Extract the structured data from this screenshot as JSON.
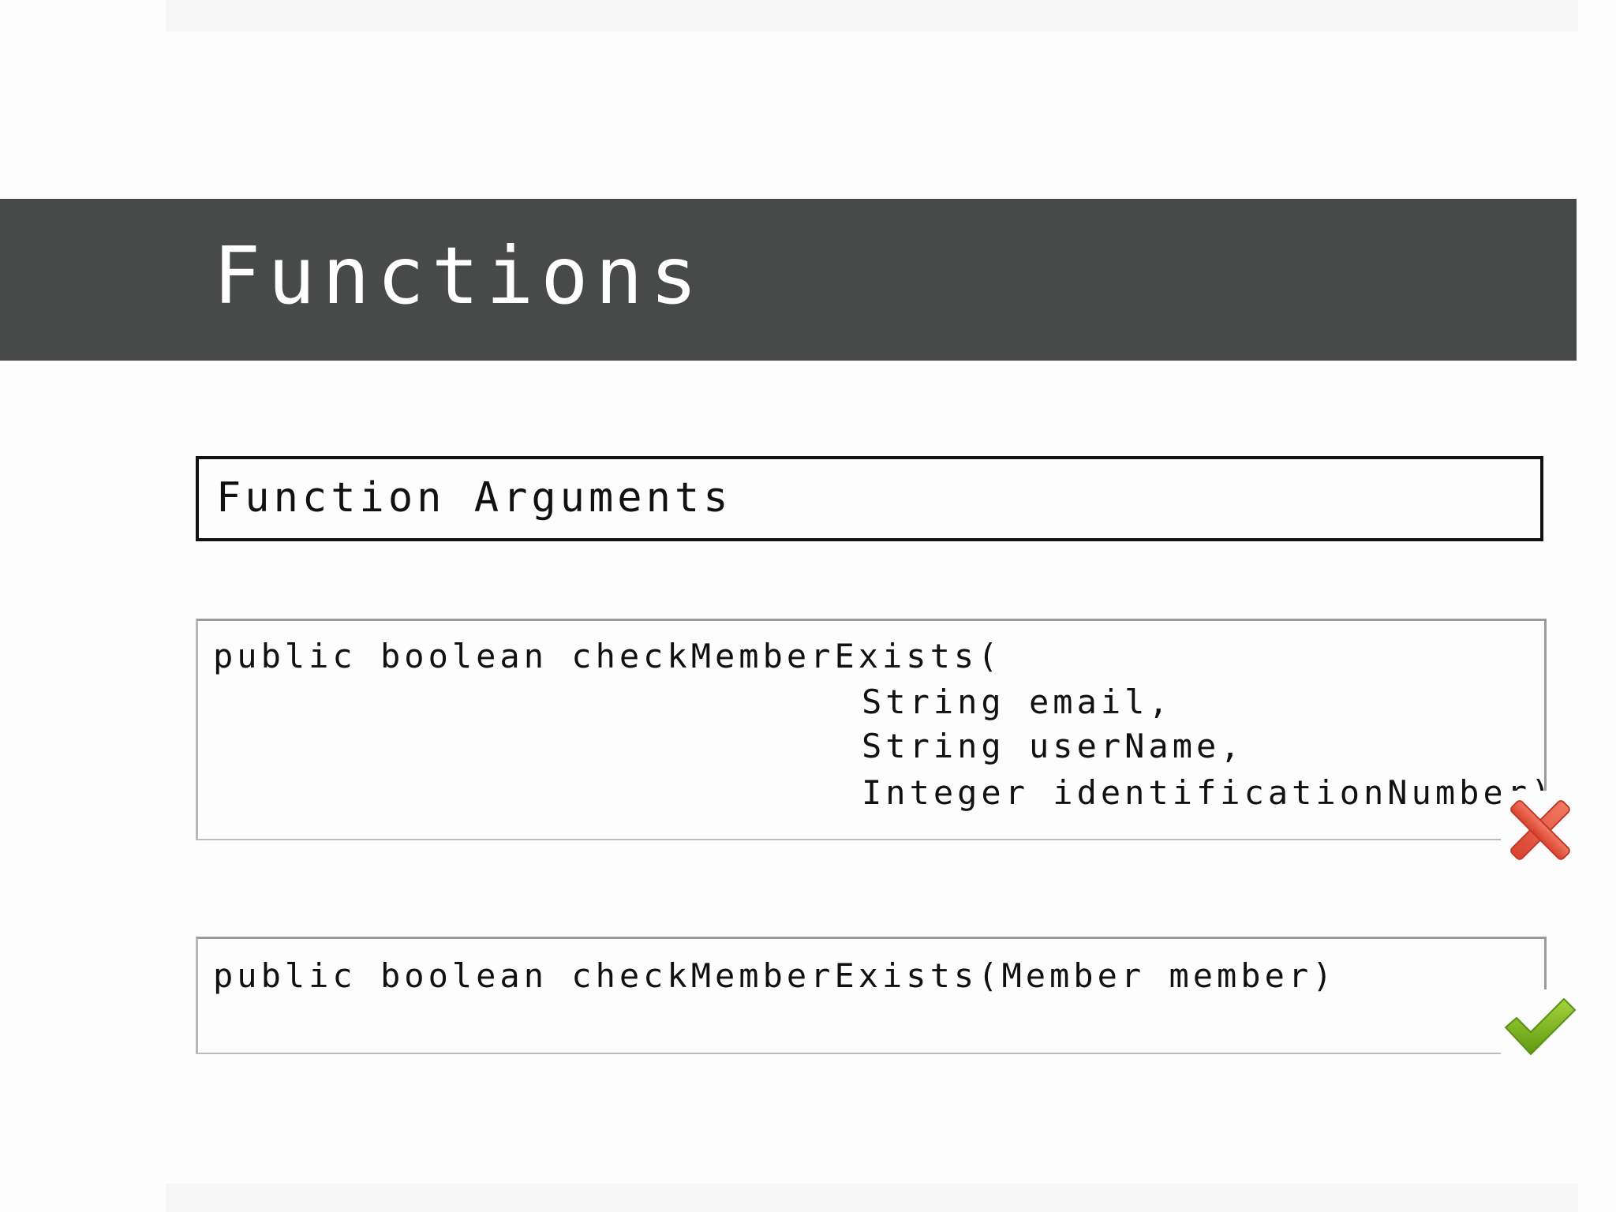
{
  "slide": {
    "title": "Functions",
    "subtitle": "Function Arguments",
    "examples": {
      "bad": {
        "lines": [
          "public boolean checkMemberExists(",
          "String email,",
          "String userName,",
          "Integer identificationNumber)"
        ],
        "icon": "red-x-icon"
      },
      "good": {
        "lines": [
          "public boolean checkMemberExists(Member member)"
        ],
        "icon": "green-check-icon"
      }
    }
  },
  "colors": {
    "title_bar": "#484a49",
    "bad_mark": "#e0533f",
    "good_mark": "#7ab51d"
  }
}
